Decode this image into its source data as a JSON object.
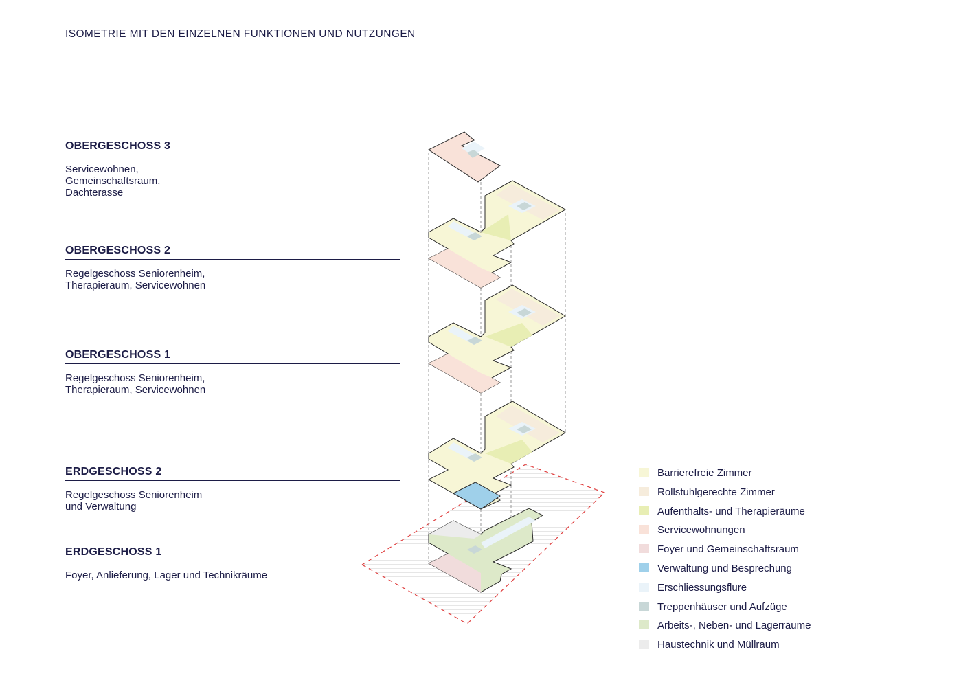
{
  "title": "ISOMETRIE MIT DEN EINZELNEN FUNKTIONEN UND NUTZUNGEN",
  "floors": [
    {
      "name": "OBERGESCHOSS 3",
      "description": "Servicewohnen,\nGemeinschaftsraum,\nDachterasse"
    },
    {
      "name": "OBERGESCHOSS 2",
      "description": "Regelgeschoss Seniorenheim,\nTherapieraum, Servicewohnen"
    },
    {
      "name": "OBERGESCHOSS 1",
      "description": "Regelgeschoss Seniorenheim,\nTherapieraum, Servicewohnen"
    },
    {
      "name": "ERDGESCHOSS 2",
      "description": "Regelgeschoss Seniorenheim\nund Verwaltung"
    },
    {
      "name": "ERDGESCHOSS 1",
      "description": "Foyer, Anlieferung, Lager und Technikräume"
    }
  ],
  "legend": [
    {
      "label": "Barrierefreie Zimmer",
      "color": "#f7f6d6"
    },
    {
      "label": "Rollstuhlgerechte Zimmer",
      "color": "#f6ecdc"
    },
    {
      "label": "Aufenthalts- und Therapieräume",
      "color": "#e8eeb4"
    },
    {
      "label": "Servicewohnungen",
      "color": "#f9e2d9"
    },
    {
      "label": "Foyer und Gemeinschaftsraum",
      "color": "#f1dcdc"
    },
    {
      "label": "Verwaltung und Besprechung",
      "color": "#9fd0ea"
    },
    {
      "label": "Erschliessungsflure",
      "color": "#eaf3f9"
    },
    {
      "label": "Treppenhäuser und Aufzüge",
      "color": "#c8d7d7"
    },
    {
      "label": "Arbeits-, Neben- und Lagerräume",
      "color": "#dde9c9"
    },
    {
      "label": "Haustechnik und Müllraum",
      "color": "#ececec"
    }
  ],
  "colors": {
    "text": "#1c1c46",
    "outline": "#2a2a2a",
    "site_boundary": "#e04040",
    "guides": "#999999"
  }
}
